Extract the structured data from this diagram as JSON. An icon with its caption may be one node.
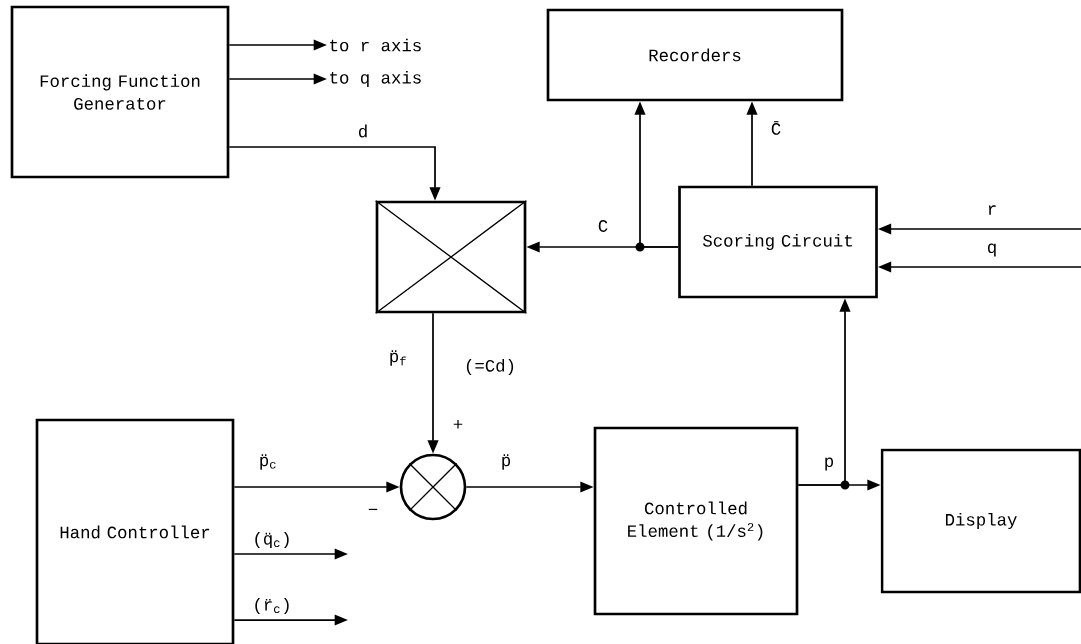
{
  "diagram": {
    "nodes": [
      {
        "text": [
          "Forcing Function Generator"
        ]
      },
      {
        "text": [
          "Recorders"
        ]
      },
      {
        "text": [],
        "shape": "box"
      },
      {
        "text": [
          "Scoring Circuit"
        ]
      },
      {
        "text": [
          "Hand Controller"
        ]
      },
      {
        "text": [],
        "shape": "circle"
      },
      {
        "text": [
          "Controlled Element (1/s$^{2}$)"
        ]
      },
      {
        "text": [
          "Display"
        ]
      },
      {
        "text": [
          "to r axis"
        ]
      },
      {
        "text": [
          "to q axis"
        ]
      }
    ],
    "edges": [
      {
        "from": 0,
        "to": 8,
        "arrow": "to"
      },
      {
        "from": 0,
        "to": 9,
        "arrow": "to"
      },
      {
        "from": 0,
        "to": 2,
        "label": "d",
        "arrow": "to"
      },
      {
        "from": 3,
        "to": 2,
        "label": "C",
        "arrow": "to"
      },
      {
        "from": 3,
        "to": 1,
        "arrow": "to"
      },
      {
        "from": 3,
        "to": 1,
        "label": "C̄",
        "arrow": "to"
      },
      {
        "from": null,
        "to": 3,
        "label": "r",
        "arrow": "to"
      },
      {
        "from": null,
        "to": 3,
        "label": "q",
        "arrow": "to"
      },
      {
        "from": 2,
        "to": 5,
        "label": "p̈$_{f}$",
        "arrow": "to"
      },
      {
        "from": 4,
        "to": 5,
        "label": "p̈$_{c}$",
        "arrow": "to"
      },
      {
        "from": 4,
        "to": null,
        "label": "(q̈$_{c}$)",
        "arrow": "to"
      },
      {
        "from": 4,
        "to": null,
        "label": "(r̈$_{c}$)",
        "arrow": "to"
      },
      {
        "from": 5,
        "to": 6,
        "label": "p̈",
        "arrow": "to"
      },
      {
        "from": 6,
        "to": 7,
        "label": "p",
        "arrow": "to"
      },
      {
        "from": 6,
        "to": 3,
        "arrow": "to"
      }
    ],
    "labels": [
      "(=Cd)",
      "+",
      "−"
    ]
  }
}
